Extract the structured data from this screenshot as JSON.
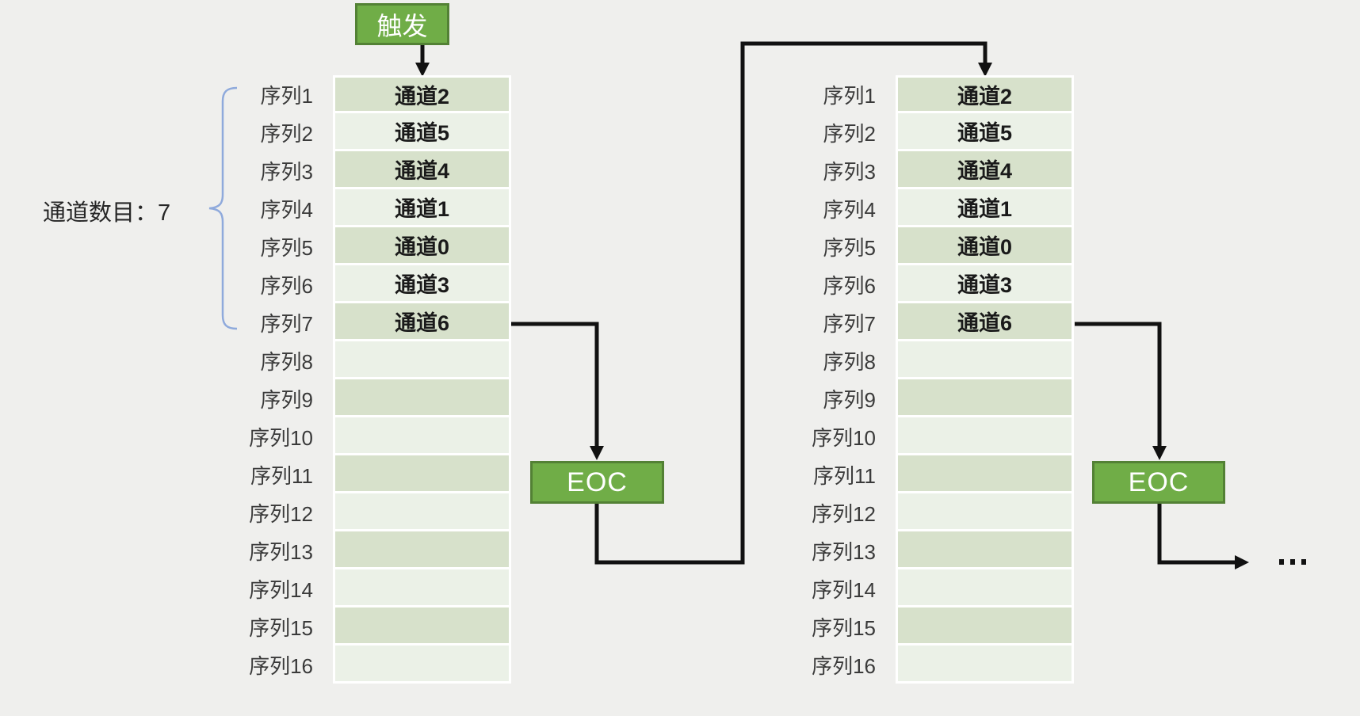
{
  "colors": {
    "bg": "#EFEFED",
    "accent": "#70AD47",
    "accent_border": "#538135",
    "row_dark": "#D7E1CB",
    "row_light": "#EBF1E7",
    "brace": "#8FAADC",
    "connector": "#111111"
  },
  "trigger": {
    "label": "触发"
  },
  "eoc": {
    "label": "EOC"
  },
  "annotation": {
    "channel_count": "通道数目：7"
  },
  "ellipsis_label": "...",
  "tables": [
    {
      "name": "scan-pass-1",
      "rows": [
        {
          "seq": "序列1",
          "channel": "通道2"
        },
        {
          "seq": "序列2",
          "channel": "通道5"
        },
        {
          "seq": "序列3",
          "channel": "通道4"
        },
        {
          "seq": "序列4",
          "channel": "通道1"
        },
        {
          "seq": "序列5",
          "channel": "通道0"
        },
        {
          "seq": "序列6",
          "channel": "通道3"
        },
        {
          "seq": "序列7",
          "channel": "通道6"
        },
        {
          "seq": "序列8",
          "channel": ""
        },
        {
          "seq": "序列9",
          "channel": ""
        },
        {
          "seq": "序列10",
          "channel": ""
        },
        {
          "seq": "序列11",
          "channel": ""
        },
        {
          "seq": "序列12",
          "channel": ""
        },
        {
          "seq": "序列13",
          "channel": ""
        },
        {
          "seq": "序列14",
          "channel": ""
        },
        {
          "seq": "序列15",
          "channel": ""
        },
        {
          "seq": "序列16",
          "channel": ""
        }
      ]
    },
    {
      "name": "scan-pass-2",
      "rows": [
        {
          "seq": "序列1",
          "channel": "通道2"
        },
        {
          "seq": "序列2",
          "channel": "通道5"
        },
        {
          "seq": "序列3",
          "channel": "通道4"
        },
        {
          "seq": "序列4",
          "channel": "通道1"
        },
        {
          "seq": "序列5",
          "channel": "通道0"
        },
        {
          "seq": "序列6",
          "channel": "通道3"
        },
        {
          "seq": "序列7",
          "channel": "通道6"
        },
        {
          "seq": "序列8",
          "channel": ""
        },
        {
          "seq": "序列9",
          "channel": ""
        },
        {
          "seq": "序列10",
          "channel": ""
        },
        {
          "seq": "序列11",
          "channel": ""
        },
        {
          "seq": "序列12",
          "channel": ""
        },
        {
          "seq": "序列13",
          "channel": ""
        },
        {
          "seq": "序列14",
          "channel": ""
        },
        {
          "seq": "序列15",
          "channel": ""
        },
        {
          "seq": "序列16",
          "channel": ""
        }
      ]
    }
  ]
}
